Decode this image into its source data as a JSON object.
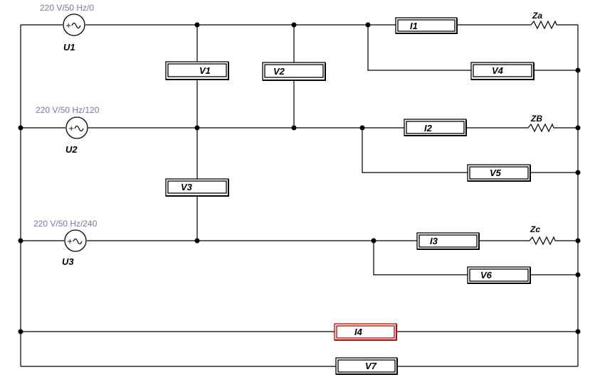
{
  "diagram": {
    "sources": [
      {
        "name": "U1",
        "rating": "220 V/50 Hz/0"
      },
      {
        "name": "U2",
        "rating": "220 V/50 Hz/120"
      },
      {
        "name": "U3",
        "rating": "220 V/50 Hz/240"
      }
    ],
    "loads": [
      {
        "label": "Za"
      },
      {
        "label": "ZB"
      },
      {
        "label": "Zc"
      }
    ],
    "voltmeters": [
      "V1",
      "V2",
      "V3",
      "V4",
      "V5",
      "V6",
      "V7"
    ],
    "ammeters": [
      "I1",
      "I2",
      "I3",
      "I4"
    ],
    "selected_element": "I4",
    "colors": {
      "wire": "#000000",
      "source_label": "#7878a6",
      "selection": "#c00000"
    }
  }
}
